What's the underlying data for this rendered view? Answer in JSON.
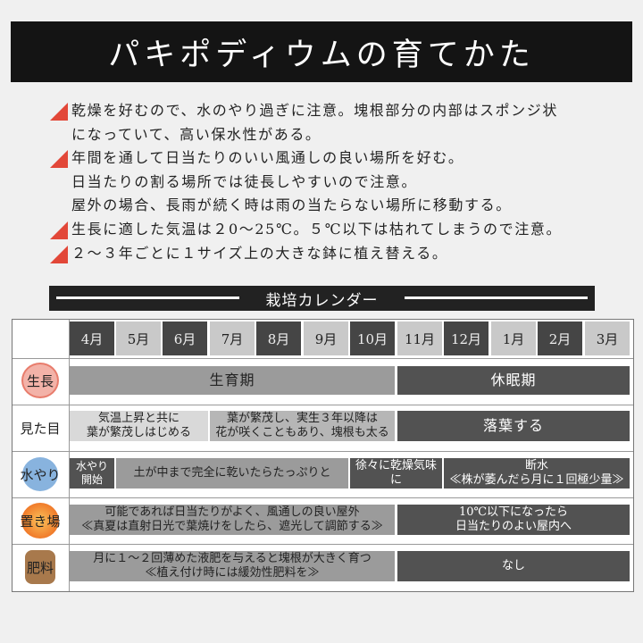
{
  "title": "パキポディウムの育てかた",
  "notes": [
    [
      "乾燥を好むので、水のやり過ぎに注意。塊根部分の内部はスポンジ状",
      "になっていて、高い保水性がある。"
    ],
    [
      "年間を通して日当たりのいい風通しの良い場所を好む。",
      "日当たりの割る場所では徒長しやすいので注意。",
      "屋外の場合、長雨が続く時は雨の当たらない場所に移動する。"
    ],
    [
      "生長に適した気温は２0〜25℃。５℃以下は枯れてしまうので注意。"
    ],
    [
      "２〜３年ごとに１サイズ上の大きな鉢に植え替える。"
    ]
  ],
  "calendar": {
    "heading": "栽培カレンダー",
    "months": [
      "4月",
      "5月",
      "6月",
      "7月",
      "8月",
      "9月",
      "10月",
      "11月",
      "12月",
      "1月",
      "2月",
      "3月"
    ],
    "rows": {
      "growth": {
        "label": "生長",
        "active": "生育期",
        "dormant": "休眠期"
      },
      "appearance": {
        "label": "見た目",
        "early": [
          "気温上昇と共に",
          "葉が繁茂しはじめる"
        ],
        "summer": [
          "葉が繁茂し、実生３年以降は",
          "花が咲くこともあり、塊根も太る"
        ],
        "winter": "落葉する"
      },
      "watering": {
        "label": "水やり",
        "start": [
          "水やり",
          "開始"
        ],
        "summer": "土が中まで完全に乾いたらたっぷりと",
        "autumn": "徐々に乾燥気味に",
        "winter": [
          "断水",
          "≪株が萎んだら月に１回極少量≫"
        ]
      },
      "placement": {
        "label": "置き場",
        "growing": [
          "可能であれば日当たりがよく、風通しの良い屋外",
          "≪真夏は直射日光で葉焼けをしたら、遮光して調節する≫"
        ],
        "winter": [
          "10℃以下になったら",
          "日当たりのよい屋内へ"
        ]
      },
      "fertilizer": {
        "label": "肥料",
        "growing": [
          "月に１〜２回薄めた液肥を与えると塊根が大きく育つ",
          "≪植え付け時には緩効性肥料を≫"
        ],
        "winter": "なし"
      }
    }
  },
  "colors": {
    "title_bg": "#141414",
    "accent_triangle": "#e24738",
    "growth_emblem": "#f3b2a8",
    "appearance_emblem": "#ffffff",
    "watering_emblem": "#6aa0d6",
    "placement_emblem": "#f07a2a",
    "fertilizer_emblem": "#a8794c"
  }
}
